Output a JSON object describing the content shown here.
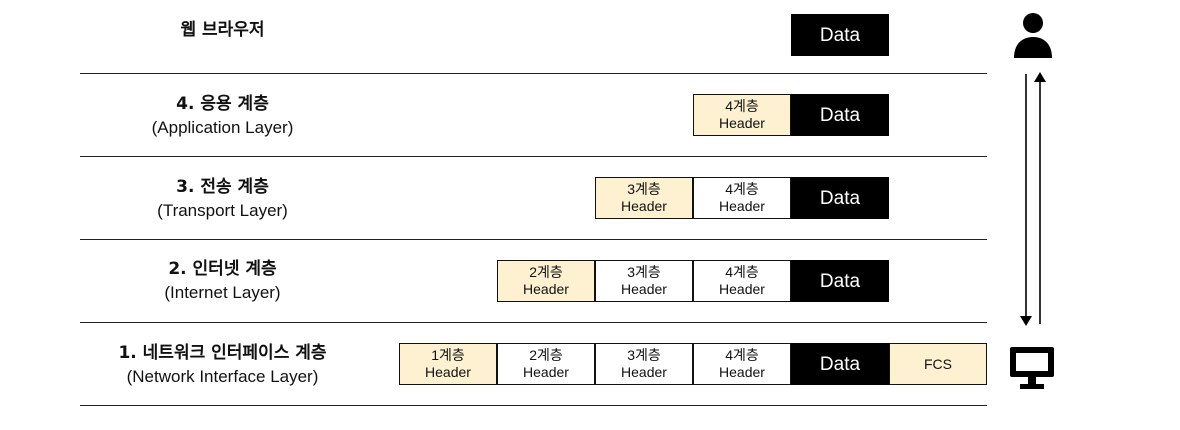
{
  "layers": [
    {
      "id": "browser",
      "ko": "웹 브라우저",
      "en": ""
    },
    {
      "id": "app",
      "ko": "4. 응용 계층",
      "en": "(Application Layer)"
    },
    {
      "id": "transport",
      "ko": "3. 전송 계층",
      "en": "(Transport Layer)"
    },
    {
      "id": "internet",
      "ko": "2. 인터넷 계층",
      "en": "(Internet Layer)"
    },
    {
      "id": "netif",
      "ko": "1. 네트워크 인터페이스 계층",
      "en": "(Network Interface Layer)"
    }
  ],
  "headers": {
    "h1": {
      "line1": "1계층",
      "line2": "Header"
    },
    "h2": {
      "line1": "2계층",
      "line2": "Header"
    },
    "h3": {
      "line1": "3계층",
      "line2": "Header"
    },
    "h4": {
      "line1": "4계층",
      "line2": "Header"
    }
  },
  "data_label": "Data",
  "fcs_label": "FCS",
  "icons": {
    "top": "user-icon",
    "bottom": "computer-monitor-icon"
  },
  "colors": {
    "header_current": "#fdf1d2",
    "data": "#000000"
  }
}
